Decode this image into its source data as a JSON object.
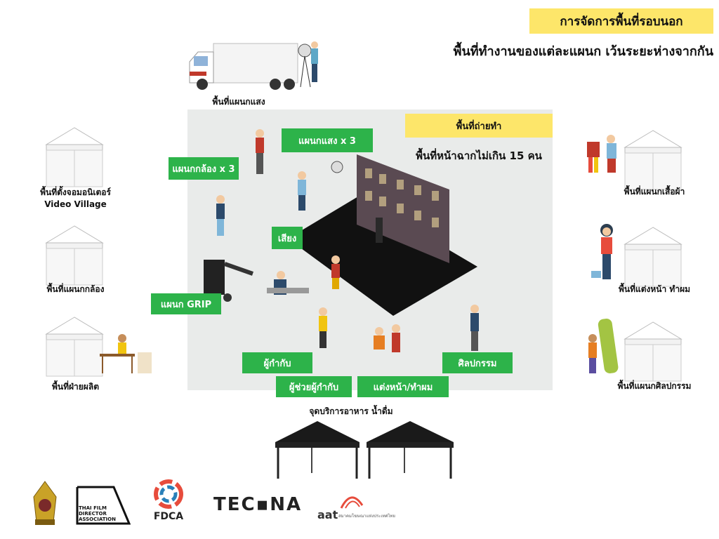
{
  "header": {
    "title": "การจัดการพื้นที่รอบนอก",
    "subtitle": "พื้นที่ทำงานของแต่ละแผนก เว้นระยะห่างจากกัน"
  },
  "shooting_area": {
    "label": "พื้นที่ถ่ายทำ",
    "note": "พื้นที่หน้าฉากไม่เกิน 15 คน"
  },
  "areas": {
    "lighting_truck": "พื้นที่แผนกแสง",
    "video_village": "พื้นที่ตั้งจอมอนิเตอร์",
    "video_village_en": "Video Village",
    "camera": "พื้นที่แผนกกล้อง",
    "production": "พื้นที่ฝ่ายผลิต",
    "wardrobe": "พื้นที่แผนกเสื้อผ้า",
    "makeup": "พื้นที่แต่งหน้า ทำผม",
    "art": "พื้นที่แผนกศิลปกรรม",
    "catering": "จุดบริการอาหาร น้ำดื่ม"
  },
  "dept_labels": {
    "lighting_x3": "แผนกแสง x 3",
    "camera_x3": "แผนกกล้อง x 3",
    "sound": "เสียง",
    "grip": "แผนก GRIP",
    "director": "ผู้กำกับ",
    "assistant_director": "ผู้ช่วยผู้กำกับ",
    "makeup_hair": "แต่งหน้า/ทำผม",
    "art": "ศิลปกรรม"
  },
  "logos": {
    "tfda_line1": "THAI FILM",
    "tfda_line2": "DIRECTOR",
    "tfda_line3": "ASSOCIATION",
    "fdca": "FDCA",
    "tecna": "TEC▪NA",
    "aat": "aat",
    "aat_sub": "สมาคมโฆษณาแห่งประเทศไทย"
  },
  "colors": {
    "yellow": "#fde66a",
    "green": "#2db34a",
    "area_bg": "#e9ebea",
    "black_floor": "#111111"
  }
}
